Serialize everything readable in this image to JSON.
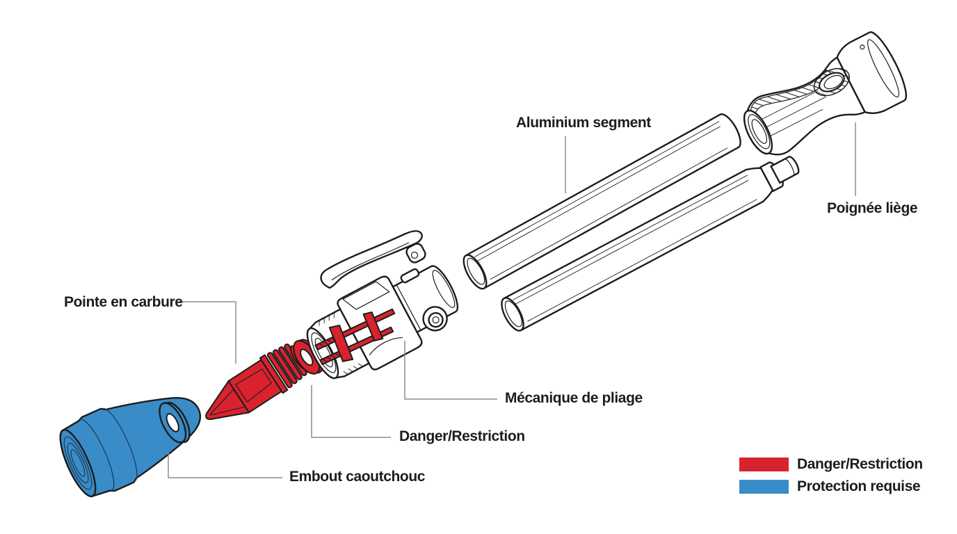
{
  "labels": {
    "aluminium_segment": "Aluminium segment",
    "poignee_liege": "Poignée liège",
    "pointe_en_carbure": "Pointe en carbure",
    "mecanique_de_pliage": "Mécanique de pliage",
    "danger_restriction": "Danger/Restriction",
    "embout_caoutchouc": "Embout caoutchouc"
  },
  "legend": {
    "items": [
      {
        "label": "Danger/Restriction",
        "color": "#D8232E"
      },
      {
        "label": "Protection requise",
        "color": "#3A8CC8"
      }
    ]
  },
  "colors": {
    "danger_red": "#D8232E",
    "protection_blue": "#3A8CC8",
    "line_art": "#1c1c1c",
    "leader_line": "#8c8c8c",
    "background": "#ffffff"
  }
}
